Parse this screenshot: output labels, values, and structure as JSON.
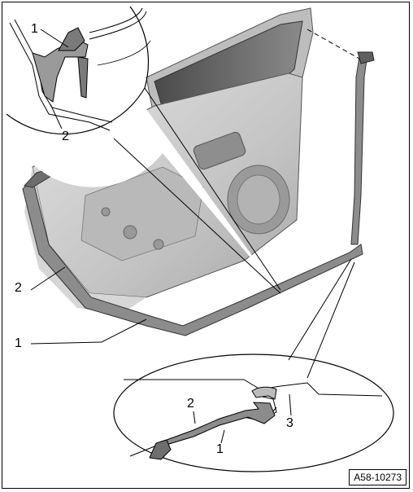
{
  "figure": {
    "reference_code": "A58-10273",
    "callouts": {
      "top_1": "1",
      "top_2": "2",
      "left_2": "2",
      "left_1": "1",
      "bottom_2": "2",
      "bottom_1": "1",
      "bottom_3": "3"
    }
  },
  "colors": {
    "door_fill": "#c9c9c9",
    "seal_fill": "#8c8c8c",
    "dark_shade": "#6e6e6e",
    "window_glass": "#5a5a5a",
    "line": "#000000"
  }
}
